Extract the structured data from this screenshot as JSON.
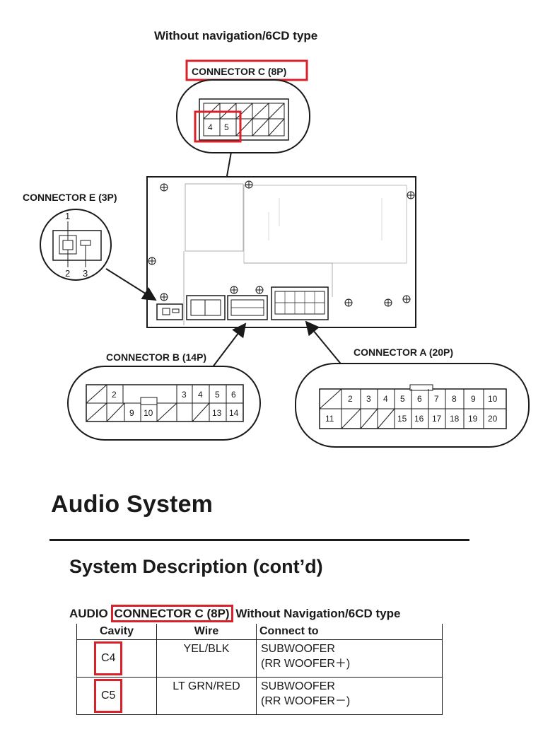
{
  "diagram": {
    "type_title": "Without navigation/6CD type",
    "connector_c": {
      "label": "CONNECTOR C (8P)",
      "pins": [
        "4",
        "5"
      ]
    },
    "connector_e": {
      "label": "CONNECTOR E (3P)",
      "pins": [
        "1",
        "2",
        "3"
      ]
    },
    "connector_b": {
      "label": "CONNECTOR B (14P)",
      "top_pins": [
        "2",
        "3",
        "4",
        "5",
        "6"
      ],
      "bottom_pins": [
        "9",
        "10",
        "13",
        "14"
      ]
    },
    "connector_a": {
      "label": "CONNECTOR A (20P)",
      "top_pins": [
        "2",
        "3",
        "4",
        "5",
        "6",
        "7",
        "8",
        "9",
        "10"
      ],
      "bottom_pins": [
        "11",
        "15",
        "16",
        "17",
        "18",
        "19",
        "20"
      ]
    },
    "highlight_color": "#d8212a"
  },
  "heading": "Audio System",
  "subheading": "System Description (cont’d)",
  "table_caption": {
    "prefix": "AUDIO ",
    "highlight": "CONNECTOR C (8P)",
    "suffix": " Without Navigation/6CD type"
  },
  "table": {
    "headers": [
      "Cavity",
      "Wire",
      "Connect to"
    ],
    "rows": [
      {
        "cavity": "C4",
        "wire": "YEL/BLK",
        "connect_line1": "SUBWOOFER",
        "connect_line2": "(RR WOOFER＋)"
      },
      {
        "cavity": "C5",
        "wire": "LT GRN/RED",
        "connect_line1": "SUBWOOFER",
        "connect_line2": "(RR WOOFER－)"
      }
    ]
  }
}
